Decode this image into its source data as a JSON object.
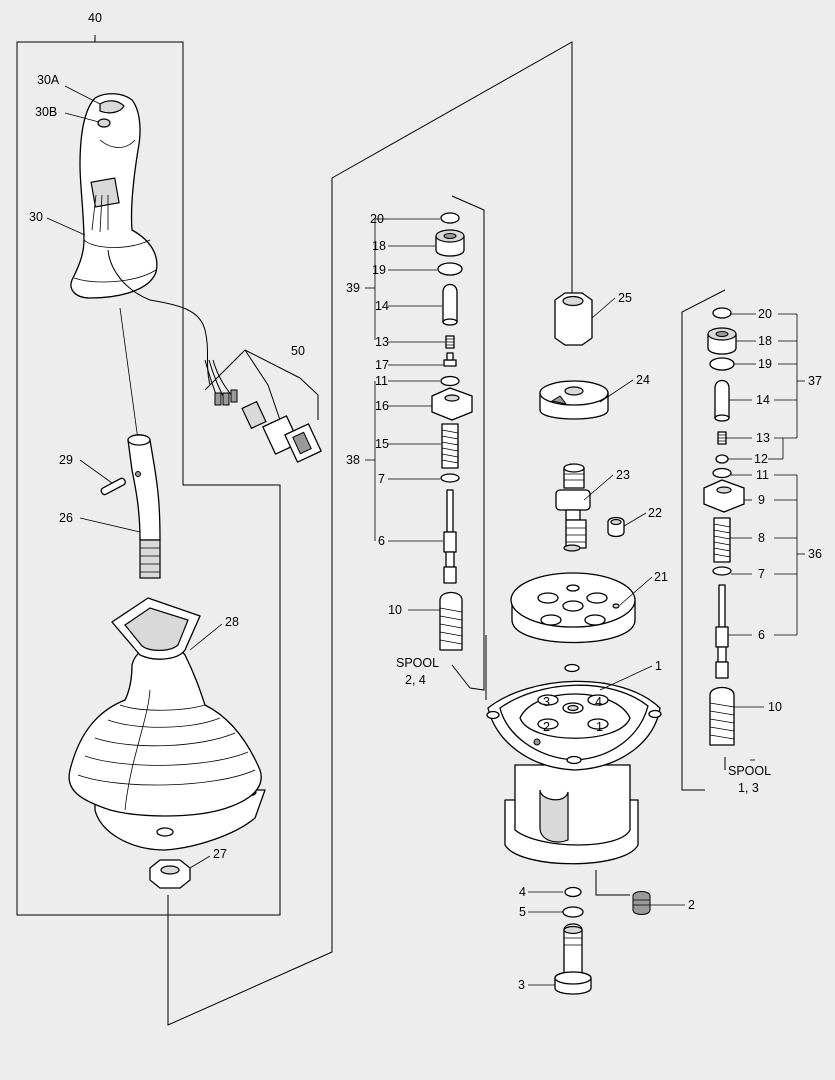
{
  "labels": {
    "p40": "40",
    "p30A": "30A",
    "p30B": "30B",
    "p30": "30",
    "p50": "50",
    "p29": "29",
    "p26": "26",
    "p28": "28",
    "p27": "27",
    "p20L": "20",
    "p18L": "18",
    "p19L": "19",
    "p39": "39",
    "p14L": "14",
    "p13L": "13",
    "p17": "17",
    "p11L": "11",
    "p16": "16",
    "p15": "15",
    "p38": "38",
    "p7L": "7",
    "p6L": "6",
    "p10L": "10",
    "spoolL1": "SPOOL",
    "spoolL2": "2, 4",
    "p25": "25",
    "p24": "24",
    "p23": "23",
    "p22": "22",
    "p21": "21",
    "p1": "1",
    "p4": "4",
    "p5": "5",
    "p2": "2",
    "p3": "3",
    "p20R": "20",
    "p18R": "18",
    "p19R": "19",
    "p37": "37",
    "p14R": "14",
    "p13R": "13",
    "p12": "12",
    "p11R": "11",
    "p9": "9",
    "p8": "8",
    "p36": "36",
    "p7R": "7",
    "p6R": "6",
    "p10R": "10",
    "spoolR1": "SPOOL",
    "spoolR2": "1, 3",
    "port1": "1",
    "port2": "2",
    "port3": "3",
    "port4": "4"
  }
}
